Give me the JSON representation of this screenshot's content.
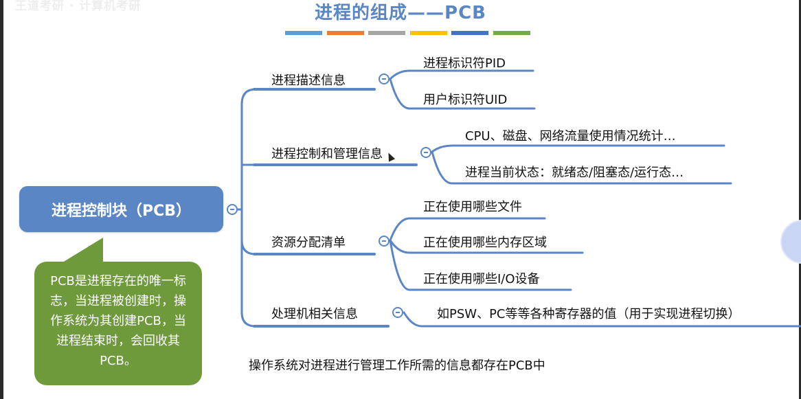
{
  "header": {
    "faded_text": "王道考研 · 计算机考研"
  },
  "title": "进程的组成——PCB",
  "title_bar_colors": [
    "#5b9bd5",
    "#ed7d31",
    "#a5a5a5",
    "#ffc000",
    "#4472c4",
    "#70ad47"
  ],
  "root": {
    "label": "进程控制块（PCB）"
  },
  "branches": [
    {
      "label": "进程描述信息",
      "children": [
        "进程标识符PID",
        "用户标识符UID"
      ]
    },
    {
      "label": "进程控制和管理信息",
      "children": [
        "CPU、磁盘、网络流量使用情况统计…",
        "进程当前状态：就绪态/阻塞态/运行态…"
      ]
    },
    {
      "label": "资源分配清单",
      "children": [
        "正在使用哪些文件",
        "正在使用哪些内存区域",
        "正在使用哪些I/O设备"
      ]
    },
    {
      "label": "处理机相关信息",
      "children": [
        "如PSW、PC等等各种寄存器的值（用于实现进程切换）"
      ]
    }
  ],
  "callout": {
    "text": "PCB是进程存在的唯一标志，当进程被创建时，操作系统为其创建PCB，当进程结束时，会回收其PCB。"
  },
  "note": "操作系统对进程进行管理工作所需的信息都存在PCB中",
  "colors": {
    "node_blue": "#5b86c6",
    "line_blue": "#5b86c6",
    "callout_green": "#6f9a3c",
    "title_blue": "#5a86c4"
  }
}
